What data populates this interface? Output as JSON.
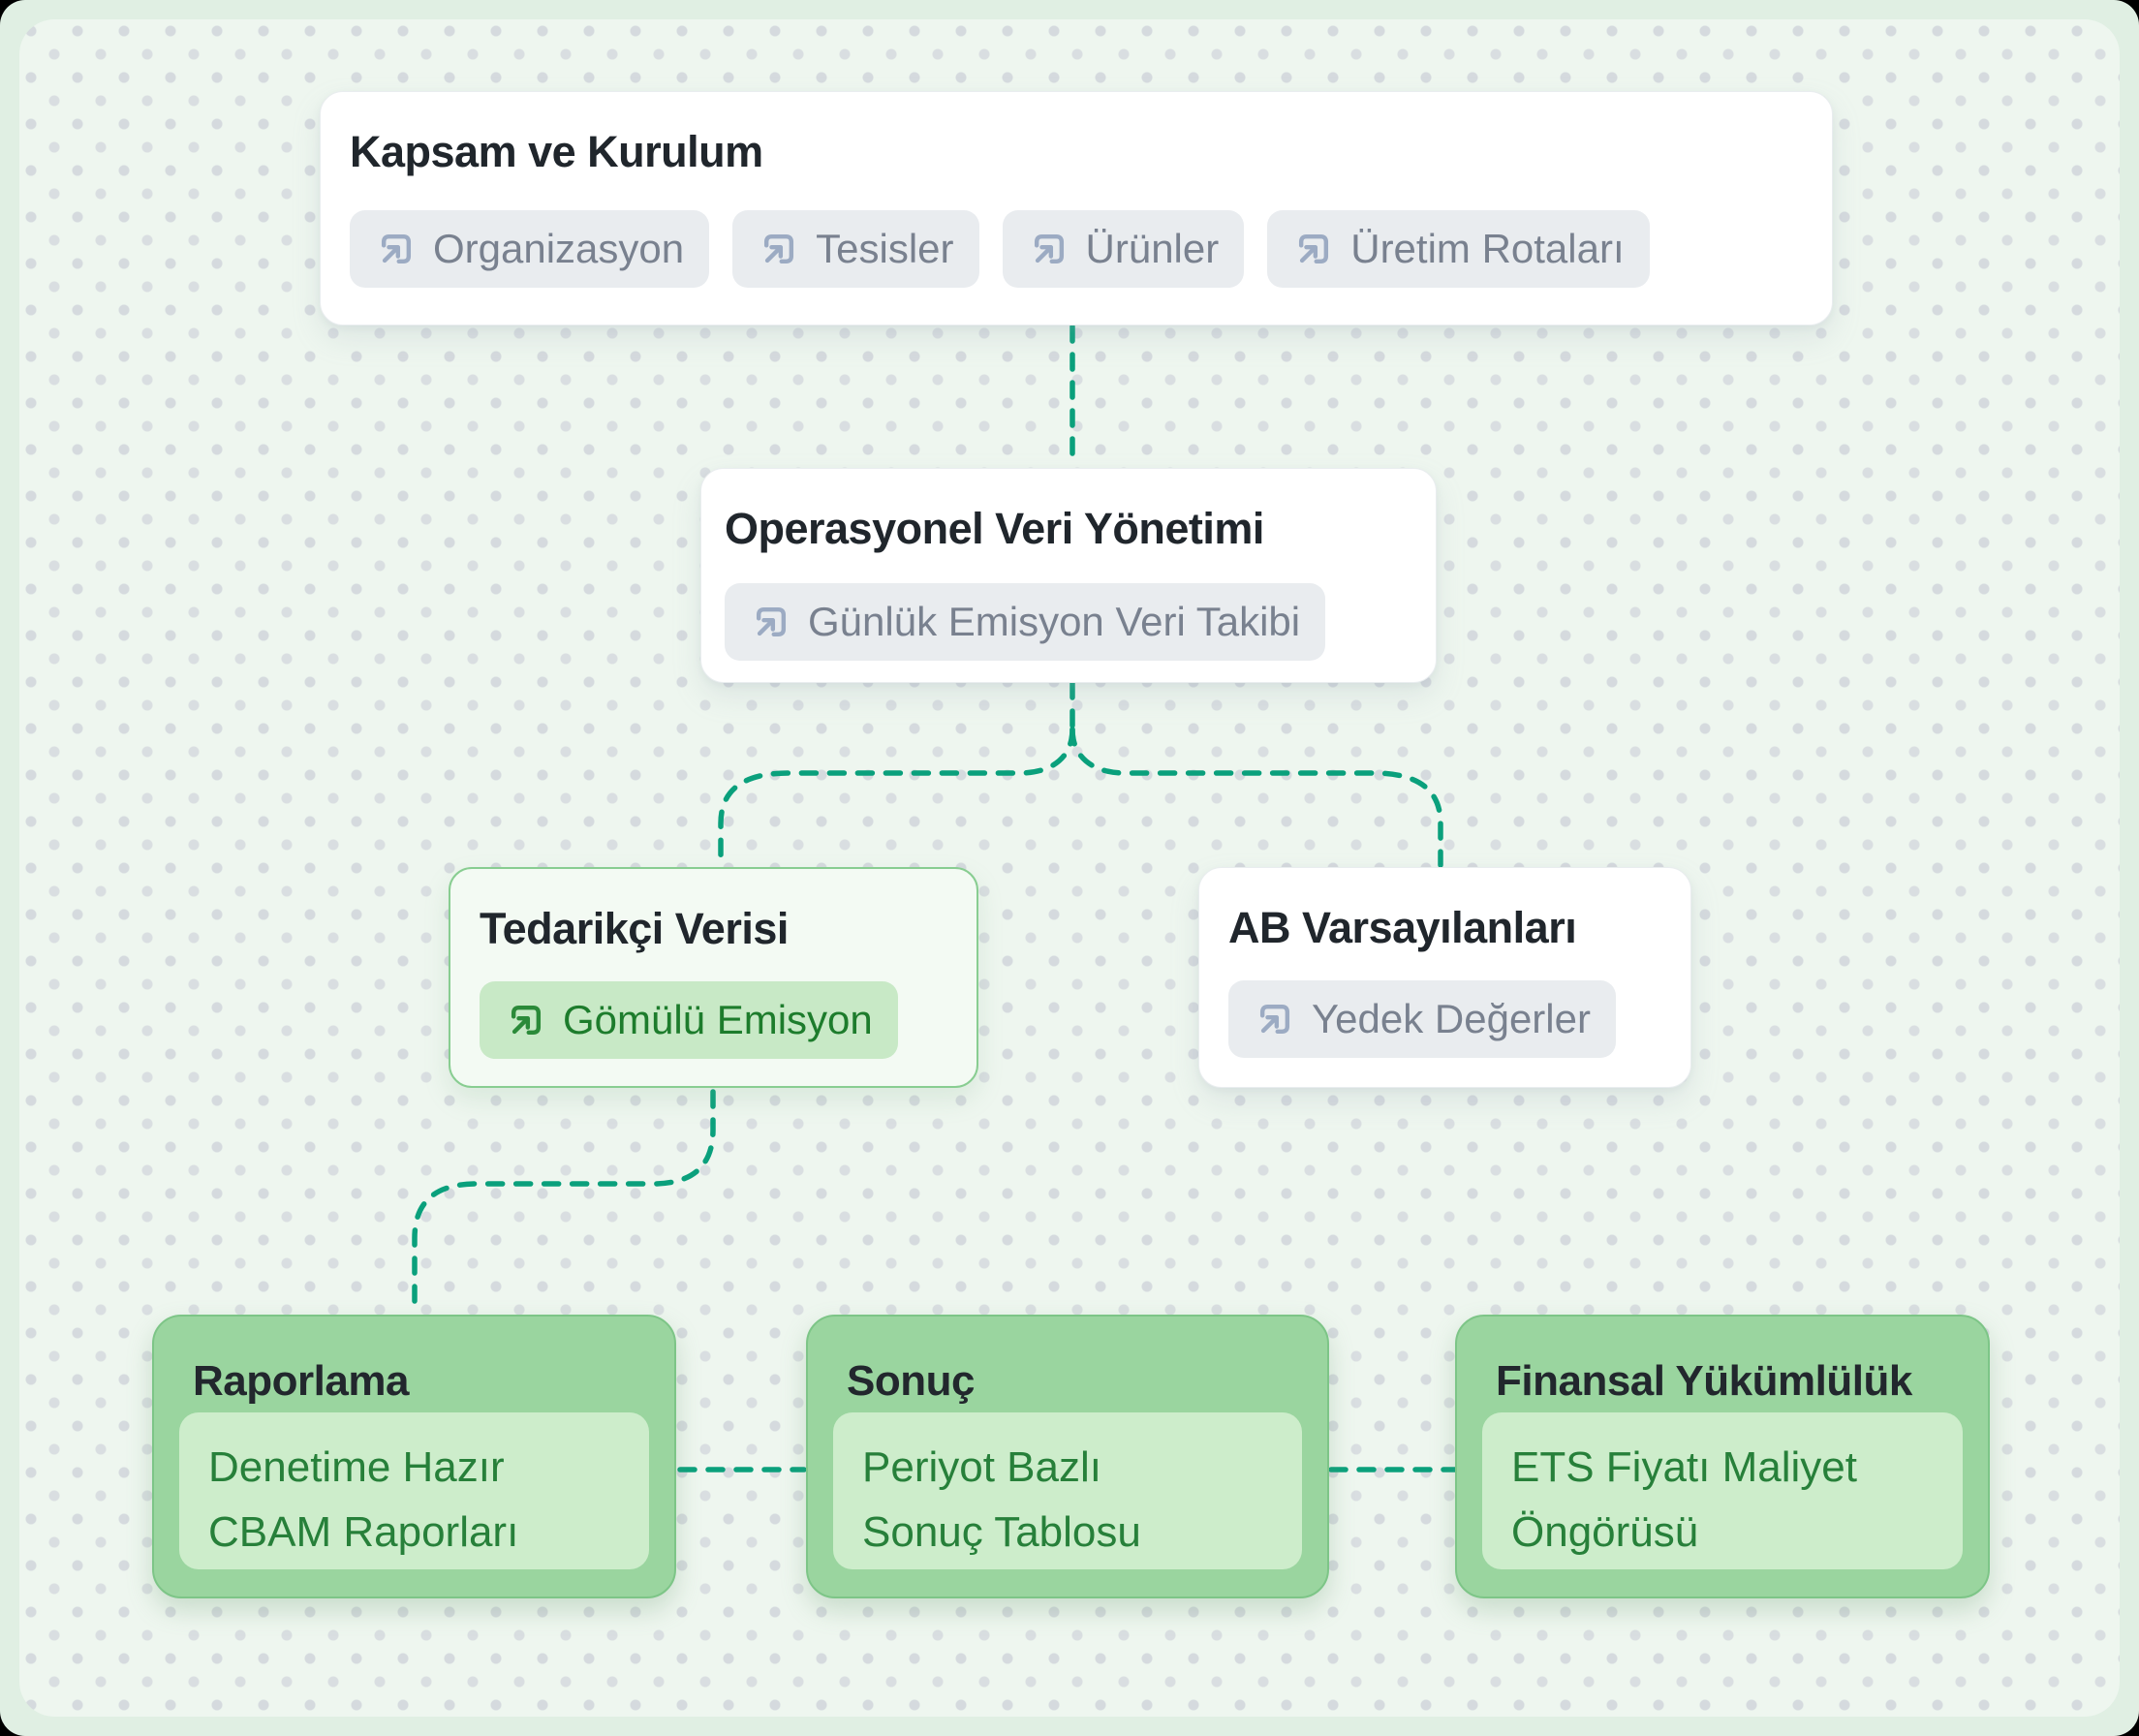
{
  "diagram": {
    "nodes": {
      "kapsam": {
        "title": "Kapsam ve Kurulum",
        "tags": [
          "Organizasyon",
          "Tesisler",
          "Ürünler",
          "Üretim Rotaları"
        ]
      },
      "operasyonel": {
        "title": "Operasyonel Veri Yönetimi",
        "tag": "Günlük Emisyon Veri Takibi"
      },
      "tedarikci": {
        "title": "Tedarikçi Verisi",
        "tag": "Gömülü Emisyon"
      },
      "ab": {
        "title": "AB Varsayılanları",
        "tag": "Yedek Değerler"
      },
      "raporlama": {
        "title": "Raporlama",
        "card_line1": "Denetime Hazır",
        "card_line2": "CBAM Raporları"
      },
      "sonuc": {
        "title": "Sonuç",
        "card_line1": "Periyot Bazlı",
        "card_line2": "Sonuç Tablosu"
      },
      "finansal": {
        "title": "Finansal Yükümlülük",
        "card_line1": "ETS Fiyatı Maliyet",
        "card_line2": "Öngörüsü"
      }
    },
    "icons": {
      "tag_icon": "jump-link"
    },
    "colors": {
      "connector": "#0aa07c",
      "highlight_tag_bg": "#c8e9c6",
      "highlight_tag_text": "#1d7c2c",
      "node_green_fill": "#9ad59f",
      "inner_card_fill": "#cdedcb",
      "canvas_bg": "#eef6ef"
    }
  }
}
